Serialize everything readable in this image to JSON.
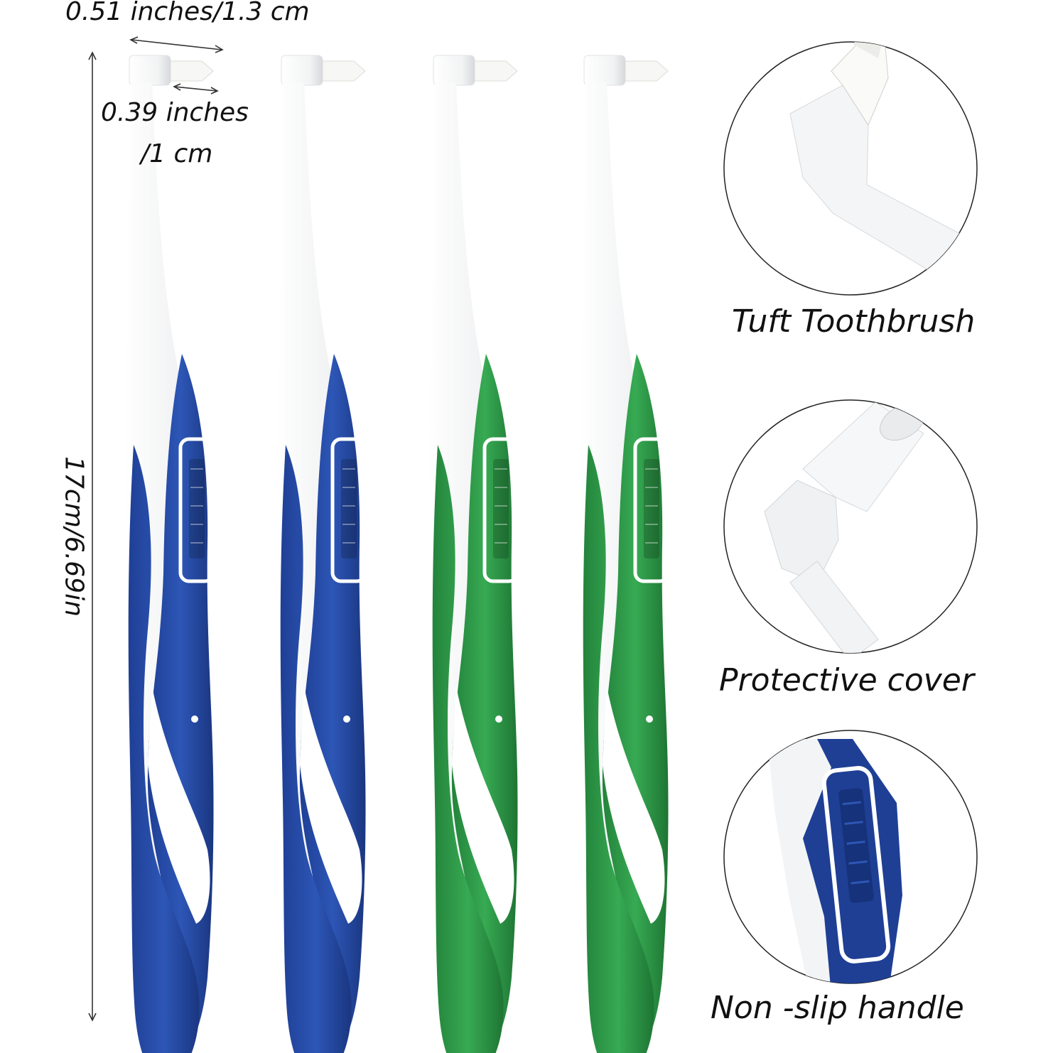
{
  "dimensions": {
    "head_length": "0.51 inches/1.3 cm",
    "tuft_length_line1": "0.39 inches",
    "tuft_length_line2": "/1 cm",
    "total_length": "17cm/6.69in"
  },
  "features": [
    {
      "label": "Tuft Toothbrush"
    },
    {
      "label": "Protective cover"
    },
    {
      "label": "Non -slip handle"
    }
  ],
  "colors": {
    "blue": "#2a4fa8",
    "blue_dark": "#1d3a86",
    "green": "#2f9a48",
    "green_dark": "#217a36",
    "white": "#ffffff",
    "shadow": "#e6e8ea"
  }
}
